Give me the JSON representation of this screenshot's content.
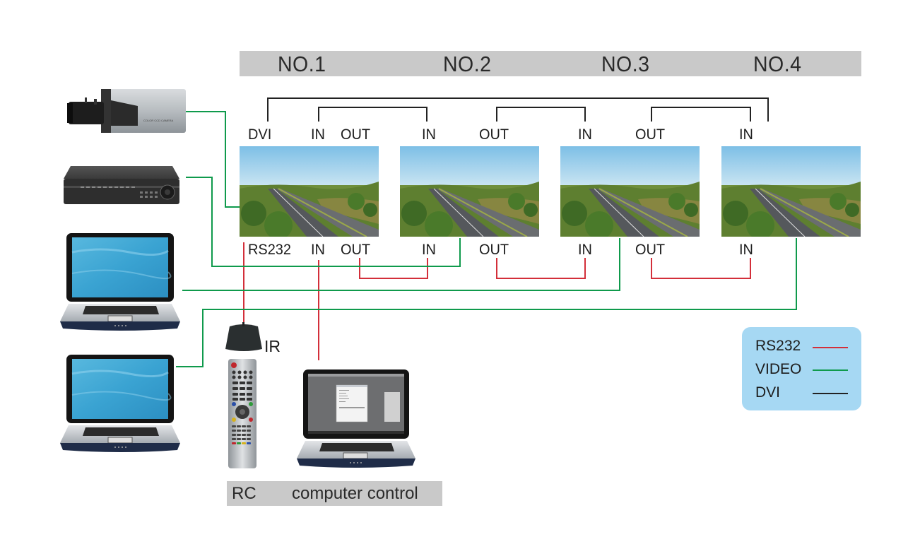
{
  "header": {
    "displays": [
      "NO.1",
      "NO.2",
      "NO.3",
      "NO.4"
    ]
  },
  "top_ports": {
    "d1": [
      "DVI",
      "IN",
      "OUT"
    ],
    "d2": [
      "IN",
      "OUT"
    ],
    "d3": [
      "IN",
      "OUT"
    ],
    "d4": [
      "IN"
    ]
  },
  "bottom_ports": {
    "d1": [
      "RS232",
      "IN",
      "OUT"
    ],
    "d2": [
      "IN",
      "OUT"
    ],
    "d3": [
      "IN",
      "OUT"
    ],
    "d4": [
      "IN"
    ]
  },
  "sources": [
    "camera",
    "dvr",
    "laptop",
    "laptop"
  ],
  "controls": {
    "ir_label": "IR",
    "rc_label": "RC",
    "computer_label": "computer control"
  },
  "legend": {
    "items": [
      {
        "label": "RS232",
        "color": "#d32f3a"
      },
      {
        "label": "VIDEO",
        "color": "#0f9a4c"
      },
      {
        "label": "DVI",
        "color": "#222222"
      }
    ]
  },
  "colors": {
    "rs232": "#d32f3a",
    "video": "#0f9a4c",
    "dvi": "#222222",
    "header_bar": "#c9c9c9",
    "legend_bg": "#a6d8f3"
  }
}
